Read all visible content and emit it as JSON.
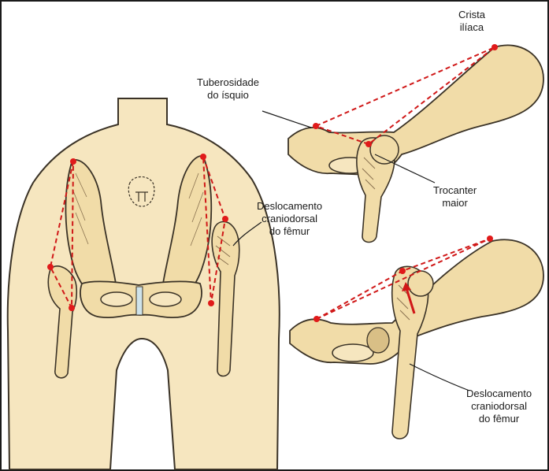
{
  "labels": {
    "crista_iliaca": [
      "Crista",
      "ilíaca"
    ],
    "tuberosidade": [
      "Tuberosidade",
      "do ísquio"
    ],
    "trocanter": [
      "Trocanter",
      "maior"
    ],
    "deslocamento_left": [
      "Deslocamento",
      "craniodorsal",
      "do fêmur"
    ],
    "deslocamento_right": [
      "Deslocamento",
      "craniodorsal",
      "do fêmur"
    ]
  },
  "colors": {
    "skin": "#f6e6bf",
    "bone": "#f1dca8",
    "bone_shade": "#d9bf86",
    "outline": "#3a3226",
    "landmark_line": "#d01818",
    "landmark_dot": "#e01a1a"
  }
}
